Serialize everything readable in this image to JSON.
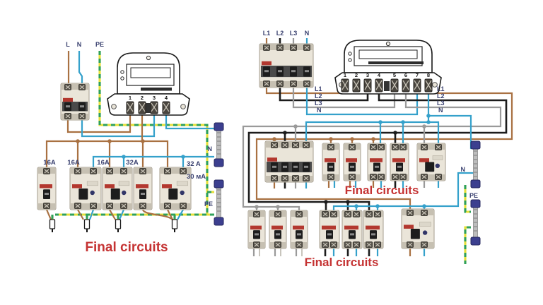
{
  "left_panel": {
    "supply_labels": [
      "L",
      "N",
      "PE"
    ],
    "meter_terminals": [
      "1",
      "2",
      "3",
      "4"
    ],
    "breaker_ratings": [
      "16A",
      "16A",
      "16A",
      "32A"
    ],
    "rcd_rating": "32 A",
    "rcd_sensitivity": "30 мА",
    "neutral_bus_label": "N",
    "pe_bus_label": "PE",
    "final_circuits_label": "Final circuits"
  },
  "right_panel": {
    "supply_labels": [
      "L1",
      "L2",
      "L3",
      "N"
    ],
    "meter_terminals": [
      "1",
      "2",
      "3",
      "4",
      "5",
      "6",
      "7",
      "8"
    ],
    "phase_labels_left": [
      "L1",
      "L2",
      "L3",
      "N"
    ],
    "phase_labels_right": [
      "L1",
      "L2",
      "L3",
      "N"
    ],
    "neutral_bus_label": "N",
    "pe_bus_label": "PE",
    "final_circuits_middle": "Final circuits",
    "final_circuits_bottom": "Final circuits"
  },
  "colors": {
    "phase_l1_brown": "#a97142",
    "phase_l2_black": "#1c1c1c",
    "phase_l3_gray": "#9a9a9a",
    "neutral_blue": "#35a1cb",
    "pe_green": "#2fa05a",
    "pe_yellow": "#e6df3a",
    "label_text": "#39406f",
    "final_text": "#c53333"
  }
}
